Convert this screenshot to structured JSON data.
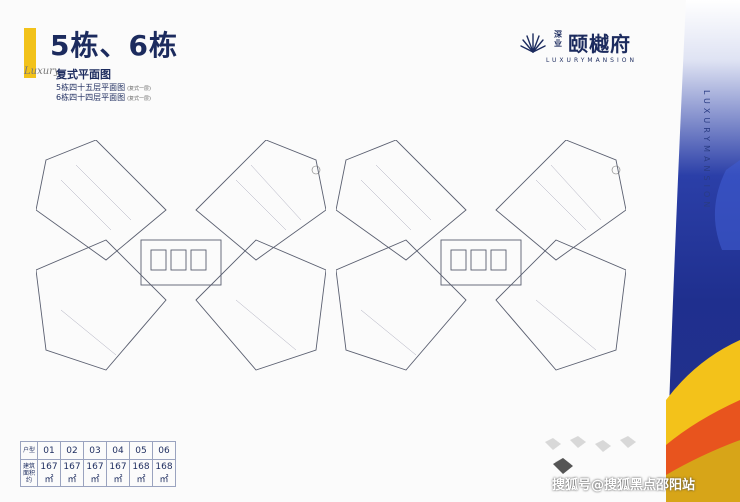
{
  "header": {
    "title": "5栋、6栋",
    "script_text": "Luxury",
    "subtitle": "复式平面图",
    "line1": "5栋四十五层平面图",
    "line1_note": "(复式一层)",
    "line2": "6栋四十四层平面图",
    "line2_note": "(复式一层)"
  },
  "brand": {
    "developer": "深业",
    "name": "颐樾府",
    "tagline": "LUXURYMANSION"
  },
  "side_text": "LUXURYMANSION",
  "colors": {
    "navy": "#1c2b5e",
    "accent": "#f2c21a",
    "line": "#9aa3bf"
  },
  "table": {
    "header_label": "户型",
    "row_label": "建筑面积约",
    "units": [
      "01",
      "02",
      "03",
      "04",
      "05",
      "06"
    ],
    "areas": [
      "167㎡",
      "167㎡",
      "167㎡",
      "167㎡",
      "168㎡",
      "168㎡"
    ]
  },
  "watermark": "搜狐号@搜狐黑点邵阳站"
}
